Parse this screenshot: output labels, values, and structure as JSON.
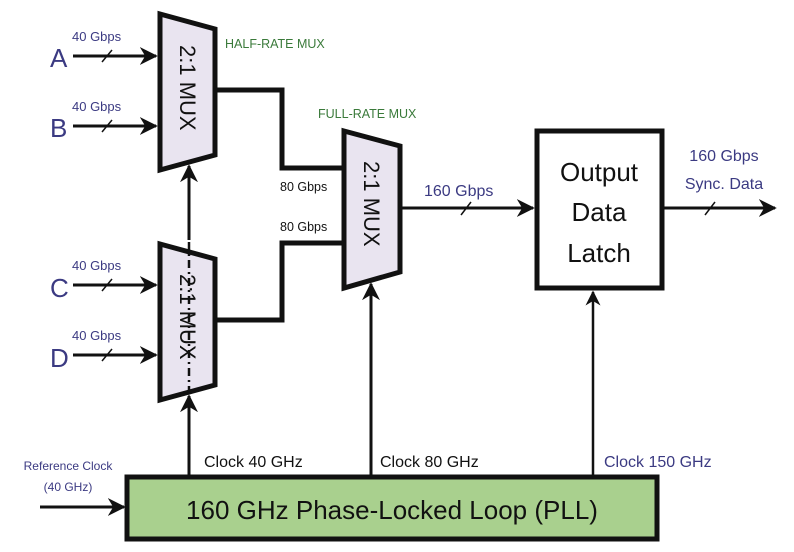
{
  "diagram": {
    "inputs": [
      {
        "label": "A",
        "rate": "40 Gbps"
      },
      {
        "label": "B",
        "rate": "40 Gbps"
      },
      {
        "label": "C",
        "rate": "40 Gbps"
      },
      {
        "label": "D",
        "rate": "40 Gbps"
      }
    ],
    "half_rate_mux": {
      "caption": "HALF-RATE MUX",
      "top_label": "2:1 MUX",
      "bottom_label": "2:1 MUX"
    },
    "full_rate_mux": {
      "caption": "FULL-RATE MUX",
      "label": "2:1 MUX",
      "input_rate_top": "80 Gbps",
      "input_rate_bottom": "80 Gbps",
      "output_rate": "160 Gbps"
    },
    "latch": {
      "line1": "Output",
      "line2": "Data",
      "line3": "Latch"
    },
    "output": {
      "line1": "160 Gbps",
      "line2": "Sync. Data"
    },
    "pll": {
      "label": "160 GHz Phase-Locked Loop (PLL)",
      "ref_clock_line1": "Reference Clock",
      "ref_clock_line2": "(40 GHz)",
      "clock_40": "Clock 40 GHz",
      "clock_80": "Clock 80 GHz",
      "clock_150": "Clock 150 GHz"
    },
    "colors": {
      "mux_fill": "#e9e4f0",
      "pll_fill": "#a9d08e",
      "label_blue": "#3b3a82",
      "label_green": "#3a7a3a",
      "stroke": "#111111"
    }
  }
}
